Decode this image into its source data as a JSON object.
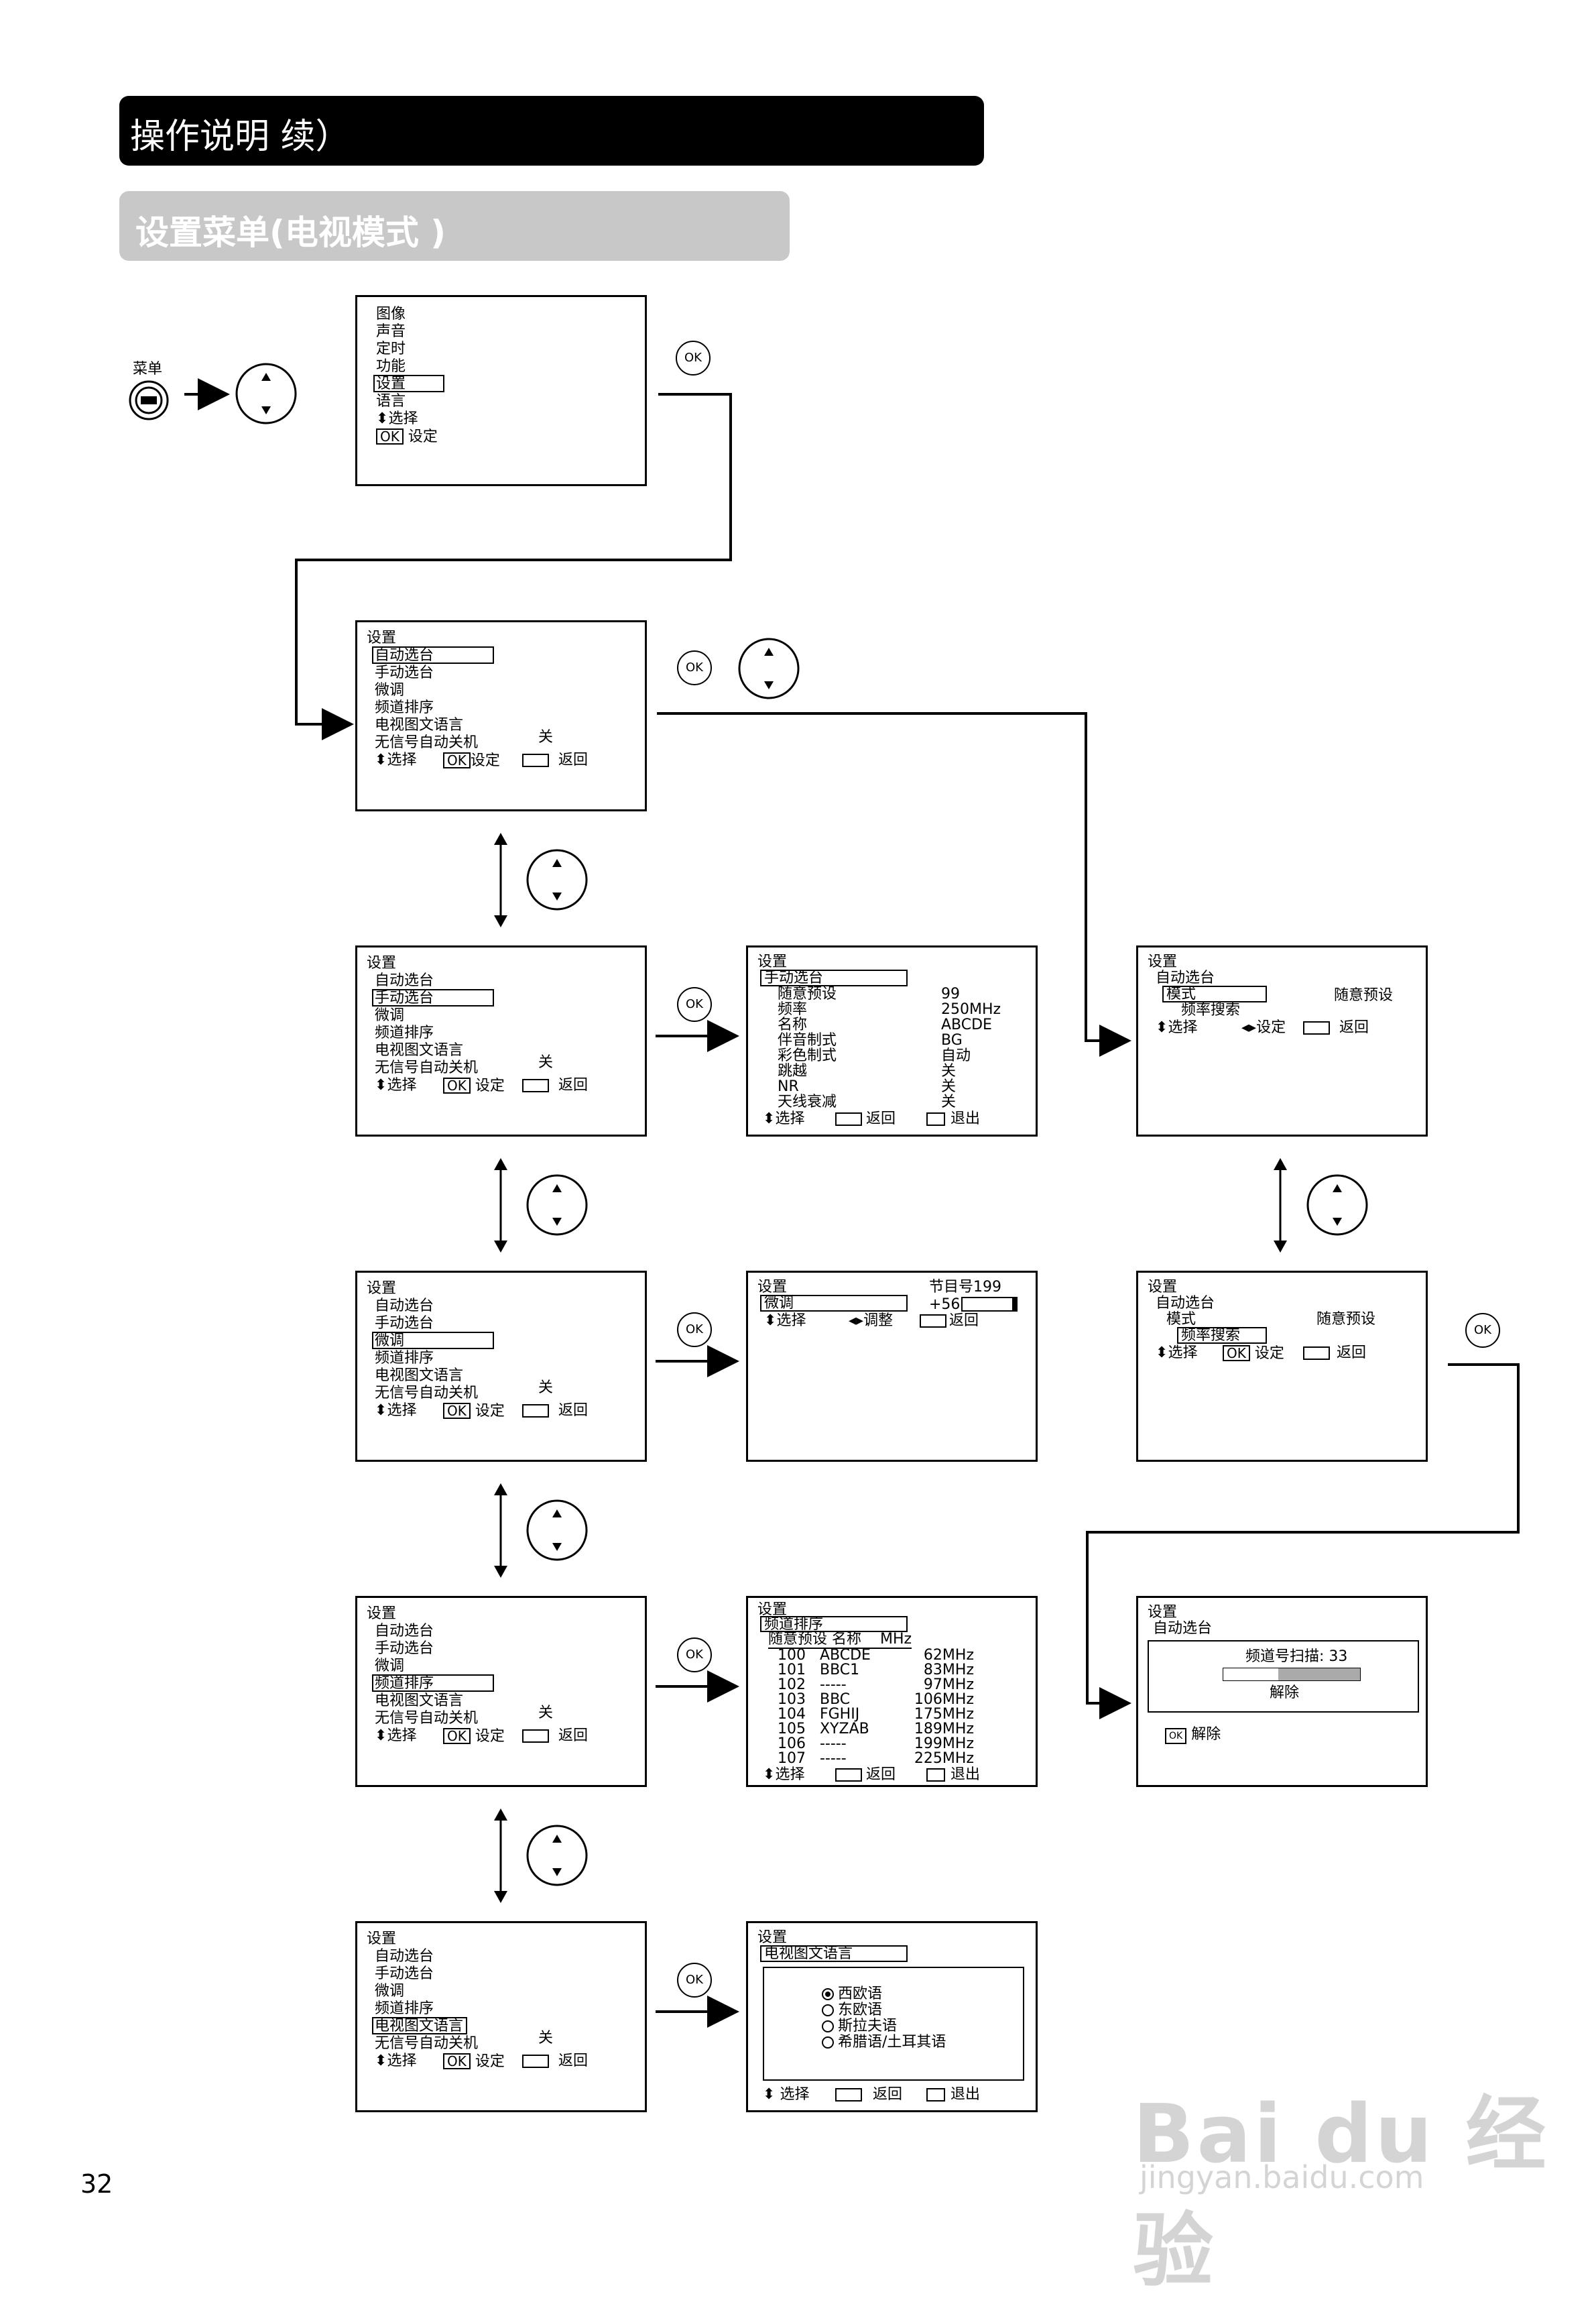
{
  "header": {
    "title": "操作说明 续）",
    "subtitle": "设置菜单(电视模式 )"
  },
  "menu_key_label": "菜单",
  "ok_label": "OK",
  "page_number": "32",
  "watermark": {
    "logo": "Bai du 经验",
    "url": "jingyan.baidu.com"
  },
  "icons": [
    "menu-button-icon",
    "updown-button-icon",
    "ok-button-icon",
    "return-icon",
    "exit-icon",
    "arrow-icon"
  ],
  "main_menu": {
    "items": [
      "图像",
      "声音",
      "定时",
      "功能",
      "设置",
      "语言"
    ],
    "selected": 4,
    "select_hint": "选择",
    "set_hint": "设定"
  },
  "setup_menu": {
    "title": "设置",
    "items": [
      "自动选台",
      "手动选台",
      "微调",
      "频道排序",
      "电视图文语言",
      "无信号自动关机"
    ],
    "auto_off_value": "关",
    "hint_select": "选择",
    "hint_set": "设定",
    "hint_back": "返回"
  },
  "manual_tune": {
    "title": "设置",
    "subtitle": "手动选台",
    "rows": [
      {
        "label": "随意预设",
        "value": "99"
      },
      {
        "label": "频率",
        "value": "250MHz"
      },
      {
        "label": "名称",
        "value": "ABCDE"
      },
      {
        "label": "伴音制式",
        "value": "BG"
      },
      {
        "label": "彩色制式",
        "value": "自动"
      },
      {
        "label": "跳越",
        "value": "关"
      },
      {
        "label": "NR",
        "value": "关"
      },
      {
        "label": "天线衰减",
        "value": "关"
      }
    ],
    "hint_select": "选择",
    "hint_back": "返回",
    "hint_exit": "退出"
  },
  "fine_tune": {
    "title": "设置",
    "program_label": "节目号",
    "program_value": "199",
    "item": "微调",
    "value": "+56",
    "hint_select": "选择",
    "hint_adjust": "调整",
    "hint_back": "返回"
  },
  "sort": {
    "title": "设置",
    "subtitle": "频道排序",
    "headers": [
      "随意预设",
      "名称",
      "MHz"
    ],
    "rows": [
      [
        "100",
        "ABCDE",
        "62MHz"
      ],
      [
        "101",
        "BBC1",
        "83MHz"
      ],
      [
        "102",
        "-----",
        "97MHz"
      ],
      [
        "103",
        "BBC",
        "106MHz"
      ],
      [
        "104",
        "FGHIJ",
        "175MHz"
      ],
      [
        "105",
        "XYZAB",
        "189MHz"
      ],
      [
        "106",
        "-----",
        "199MHz"
      ],
      [
        "107",
        "-----",
        "225MHz"
      ]
    ],
    "hint_select": "选择",
    "hint_back": "返回",
    "hint_exit": "退出"
  },
  "teletext": {
    "title": "设置",
    "subtitle": "电视图文语言",
    "options": [
      "西欧语",
      "东欧语",
      "斯拉夫语",
      "希腊语/土耳其语"
    ],
    "selected": 0,
    "hint_select": "选择",
    "hint_back": "返回",
    "hint_exit": "退出"
  },
  "auto_a": {
    "title": "设置",
    "subtitle": "自动选台",
    "mode_label": "模式",
    "mode_value": "随意预设",
    "search_label": "频率搜索",
    "hint_select": "选择",
    "hint_set": "设定",
    "hint_back": "返回"
  },
  "auto_b": {
    "title": "设置",
    "subtitle": "自动选台",
    "mode_label": "模式",
    "mode_value": "随意预设",
    "search_label": "频率搜索",
    "hint_select": "选择",
    "hint_set": "设定",
    "hint_back": "返回"
  },
  "scan": {
    "title": "设置",
    "subtitle": "自动选台",
    "scan_label": "频道号扫描:",
    "scan_value": "33",
    "scan_progress": 0.6,
    "cancel_label": "解除",
    "ok_cancel": "解除"
  }
}
